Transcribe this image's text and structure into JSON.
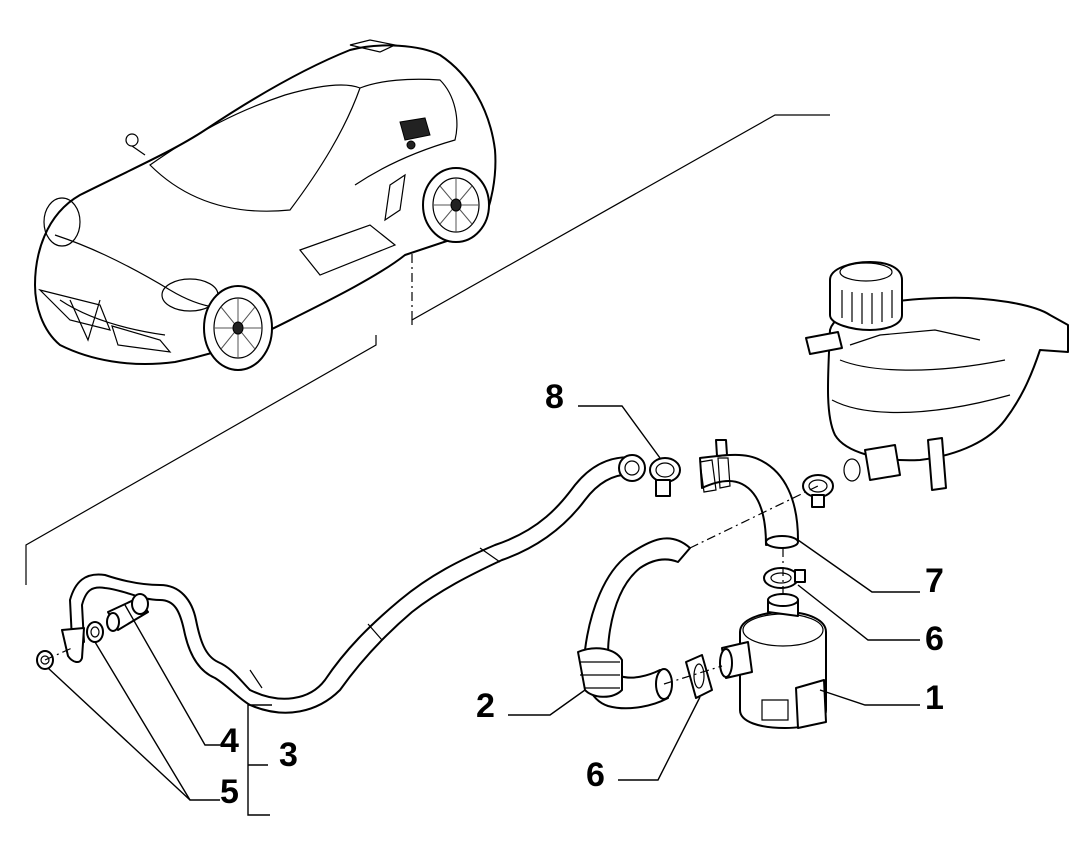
{
  "callouts": {
    "c1": "1",
    "c2": "2",
    "c3": "3",
    "c4": "4",
    "c5": "5",
    "c6a": "6",
    "c6b": "6",
    "c7": "7",
    "c8": "8"
  },
  "colors": {
    "line": "#000000",
    "background": "#ffffff"
  }
}
